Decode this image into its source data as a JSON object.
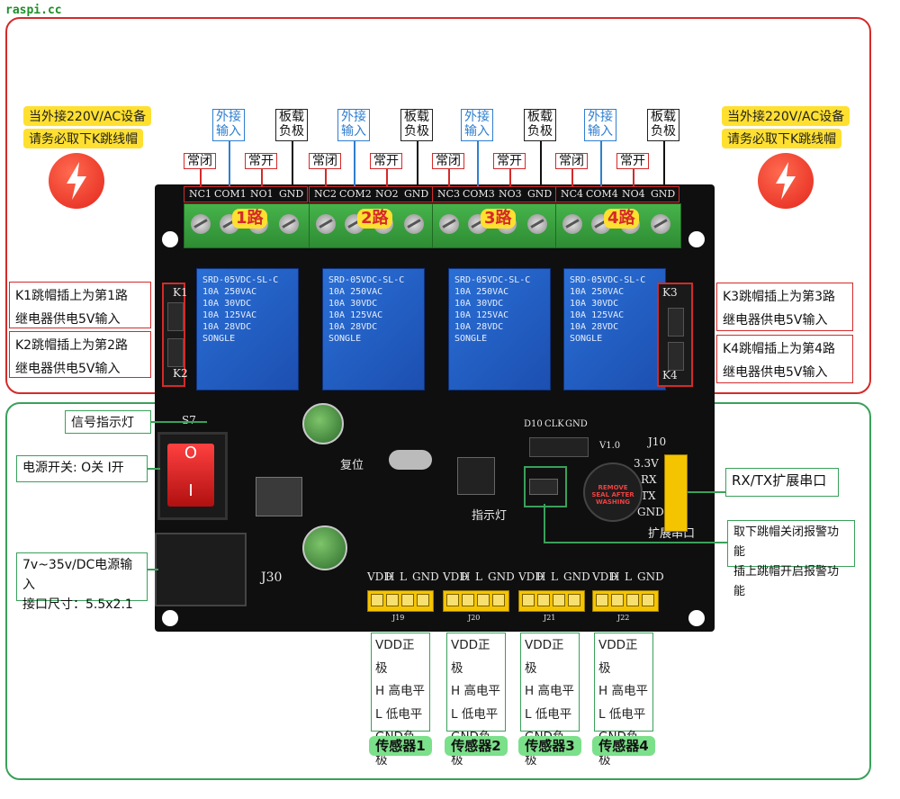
{
  "site": "raspi.cc",
  "warning_left": [
    "当外接220V/AC设备",
    "请务必取下K跳线帽"
  ],
  "warning_right": [
    "当外接220V/AC设备",
    "请务必取下K跳线帽"
  ],
  "channels": [
    {
      "nc_tag": "常闭",
      "no_tag": "常开",
      "input_tag": [
        "外接",
        "输入"
      ],
      "load_tag": [
        "板载",
        "负极"
      ],
      "pins": [
        "NC1",
        "COM1",
        "NO1",
        "GND"
      ],
      "route": "1路"
    },
    {
      "nc_tag": "常闭",
      "no_tag": "常开",
      "input_tag": [
        "外接",
        "输入"
      ],
      "load_tag": [
        "板载",
        "负极"
      ],
      "pins": [
        "NC2",
        "COM2",
        "NO2",
        "GND"
      ],
      "route": "2路"
    },
    {
      "nc_tag": "常闭",
      "no_tag": "常开",
      "input_tag": [
        "外接",
        "输入"
      ],
      "load_tag": [
        "板载",
        "负极"
      ],
      "pins": [
        "NC3",
        "COM3",
        "NO3",
        "GND"
      ],
      "route": "3路"
    },
    {
      "nc_tag": "常闭",
      "no_tag": "常开",
      "input_tag": [
        "外接",
        "输入"
      ],
      "load_tag": [
        "板载",
        "负极"
      ],
      "pins": [
        "NC4",
        "COM4",
        "NO4",
        "GND"
      ],
      "route": "4路"
    }
  ],
  "jumper_notes": {
    "k1": [
      "K1跳帽插上为第1路",
      "继电器供电5V输入"
    ],
    "k2": [
      "K2跳帽插上为第2路",
      "继电器供电5V输入"
    ],
    "k3": [
      "K3跳帽插上为第3路",
      "继电器供电5V输入"
    ],
    "k4": [
      "K4跳帽插上为第4路",
      "继电器供电5V输入"
    ]
  },
  "jumper_labels": {
    "k1": "K1",
    "k2": "K2",
    "k3": "K3",
    "k4": "K4"
  },
  "relay_text": "SRD-05VDC-SL-C\n10A 250VAC\n10A 30VDC\n10A 125VAC\n10A 28VDC\nSONGLE",
  "left_labels": {
    "signal_led": "信号指示灯",
    "power_switch": "电源开关: O关   I开",
    "power_input": [
      "7v~35v/DC电源输入",
      "接口尺寸：5.5x2.1"
    ]
  },
  "right_labels": {
    "serial": "RX/TX扩展串口",
    "alarm": [
      "取下跳帽关闭报警功能",
      "插上跳帽开启报警功能"
    ]
  },
  "board_silk": {
    "s7": "S7",
    "j30": "J30",
    "j10": "J10",
    "reset": "复位",
    "indicator": "指示灯",
    "expand_serial": "扩展串口",
    "version": "V1.0",
    "serial_pins": [
      "3.3V",
      "RX",
      "TX",
      "GND"
    ],
    "d10_pins": [
      "D10",
      "CLK",
      "GND"
    ],
    "buzzer": "REMOVE SEAL AFTER WASHING",
    "sensor_header_pins": [
      "VDD",
      "H",
      "L",
      "GND"
    ],
    "sensor_header_ids": [
      "J19",
      "J20",
      "J21",
      "J22"
    ]
  },
  "sensor_boxes": [
    {
      "lines": [
        "VDD正极",
        "H 高电平",
        "L 低电平",
        "GND负极"
      ],
      "title": "传感器1"
    },
    {
      "lines": [
        "VDD正极",
        "H 高电平",
        "L 低电平",
        "GND负极"
      ],
      "title": "传感器2"
    },
    {
      "lines": [
        "VDD正极",
        "H 高电平",
        "L 低电平",
        "GND负极"
      ],
      "title": "传感器3"
    },
    {
      "lines": [
        "VDD正极",
        "H 高电平",
        "L 低电平",
        "GND负极"
      ],
      "title": "传感器4"
    }
  ],
  "colors": {
    "frame_top": "#d42a2a",
    "frame_bottom": "#3aa05a",
    "note_bg": "#ffe030",
    "relay_blue": "#2a6fd6",
    "pcb": "#0f0f10"
  }
}
